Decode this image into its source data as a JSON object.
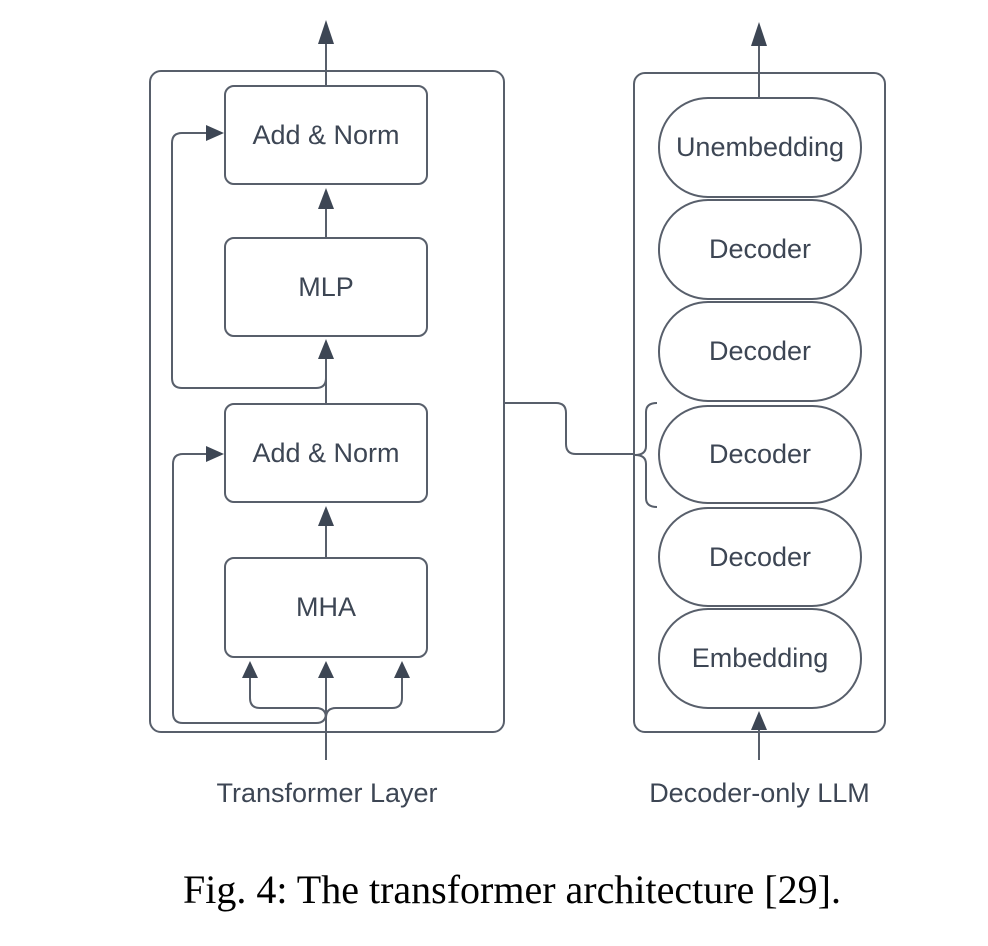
{
  "figure": {
    "caption": "Fig. 4: The transformer architecture [29]."
  },
  "left_panel": {
    "label": "Transformer Layer",
    "nodes": [
      {
        "label": "Add & Norm"
      },
      {
        "label": "MLP"
      },
      {
        "label": "Add & Norm"
      },
      {
        "label": "MHA"
      }
    ]
  },
  "right_panel": {
    "label": "Decoder-only LLM",
    "nodes": [
      {
        "label": "Unembedding"
      },
      {
        "label": "Decoder"
      },
      {
        "label": "Decoder"
      },
      {
        "label": "Decoder"
      },
      {
        "label": "Decoder"
      },
      {
        "label": "Embedding"
      }
    ]
  },
  "colors": {
    "stroke": "#585f6b",
    "arrow": "#3d4654",
    "node_text": "#3d4654",
    "caption_text": "#000000",
    "background": "#ffffff"
  }
}
